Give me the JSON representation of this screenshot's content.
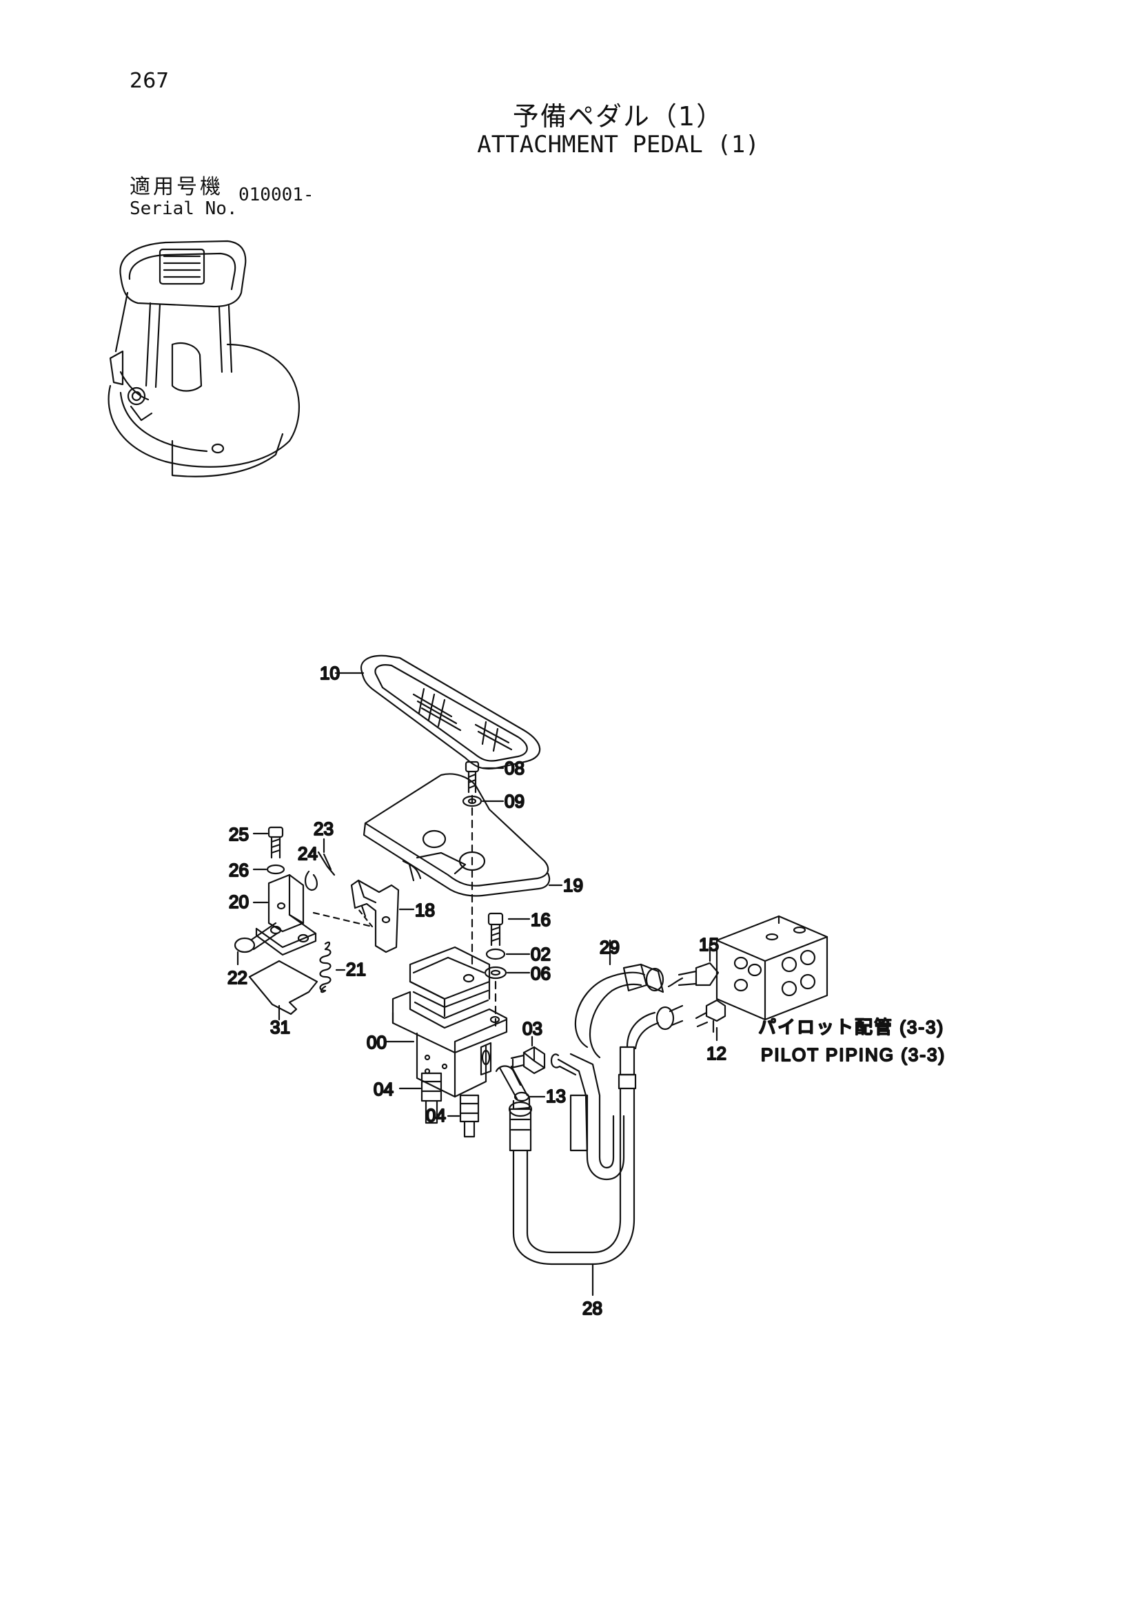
{
  "page": {
    "number": "267",
    "title_jp": "予備ペダル（1）",
    "title_en": "ATTACHMENT PEDAL (1)",
    "serial_label_jp": "適用号機",
    "serial_label_en": "Serial No.",
    "serial_value": "010001-"
  },
  "callouts": {
    "c10": "10",
    "c08": "08",
    "c09": "09",
    "c25": "25",
    "c23": "23",
    "c24": "24",
    "c26": "26",
    "c20": "20",
    "c19": "19",
    "c18": "18",
    "c16": "16",
    "c02": "02",
    "c06": "06",
    "c22": "22",
    "c21": "21",
    "c31": "31",
    "c29": "29",
    "c15": "15",
    "c12": "12",
    "c03": "03",
    "c00": "00",
    "c13": "13",
    "c04a": "04",
    "c04b": "04",
    "c28": "28"
  },
  "reference": {
    "jp": "パイロット配管 (3-3)",
    "en": "PILOT  PIPING (3-3)"
  }
}
